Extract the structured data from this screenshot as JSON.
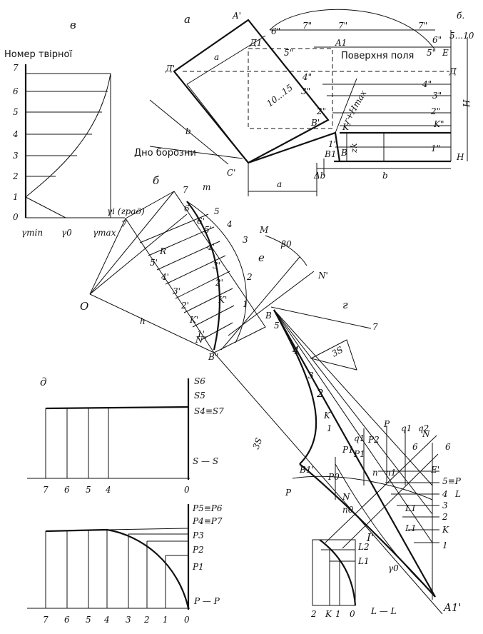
{
  "panels": {
    "v": "в",
    "a": "а",
    "b": "б",
    "g": "г",
    "d": "д",
    "six": "б."
  },
  "captions": {
    "generatrix_number": "Номер твірної",
    "field_surface": "Поверхня поля",
    "furrow_bottom": "Дно борозни",
    "section_ss": "S — S",
    "section_pp": "P — P",
    "section_ll": "L — L"
  },
  "graph_v": {
    "y_ticks": [
      "7",
      "6",
      "5",
      "4",
      "3",
      "2",
      "1",
      "0"
    ],
    "x_labels": [
      "γmin",
      "γ0",
      "γmax"
    ],
    "axis_label": "γi (град)"
  },
  "view_a": {
    "points": [
      "A'",
      "Д'",
      "C'",
      "Д1",
      "A1",
      "B'",
      "B1",
      "B",
      "E",
      "Д",
      "H",
      "K\"",
      "K'"
    ],
    "dims": {
      "a": "a",
      "b": "b",
      "range": "10...15",
      "rh": "r+Hmax",
      "h": "H",
      "zk": "zk",
      "db": "Δb",
      "small": "5...10"
    },
    "gen_left": [
      "6\"",
      "5\"",
      "4\"",
      "3\"",
      "2\"",
      "1\""
    ],
    "gen_right": [
      "7\"",
      "6\"",
      "5\"",
      "4\"",
      "3\"",
      "2\"",
      "1\""
    ],
    "top_marks": [
      "7\"",
      "7\""
    ]
  },
  "view_b": {
    "labels": [
      "7",
      "m",
      "6",
      "5",
      "4",
      "3",
      "2",
      "1",
      "R",
      "O",
      "h",
      "M",
      "N'",
      "e",
      "β0",
      "N\"",
      "B\"",
      "7"
    ],
    "inner": [
      "6'",
      "5'",
      "4'",
      "3'",
      "2'",
      "K'",
      "1'",
      "5'",
      "4'",
      "3'",
      "2'",
      "K'"
    ]
  },
  "view_g": {
    "left_labels": [
      "B",
      "5",
      "4",
      "3",
      "2",
      "K",
      "1",
      "B1'",
      "P",
      "N",
      "3S",
      "3S",
      "7"
    ],
    "inner_labels": [
      "P",
      "q1",
      "q2",
      "q1",
      "P2",
      "P1",
      "P1",
      "n",
      "n1",
      "N",
      "6",
      "P0",
      "n0",
      "I'",
      "L1",
      "L1",
      "γ0"
    ],
    "right_labels": [
      "6",
      "E'",
      "5≡P",
      "4",
      "3",
      "2",
      "K",
      "1",
      "L",
      "A1'"
    ]
  },
  "chart_ss": {
    "x_ticks": [
      "7",
      "6",
      "5",
      "4",
      "0"
    ],
    "right_labels": [
      "S6",
      "S5",
      "S4≡S7"
    ]
  },
  "chart_pp": {
    "x_ticks": [
      "7",
      "6",
      "5",
      "4",
      "3",
      "2",
      "1",
      "0"
    ],
    "right_labels": [
      "P5≡P6",
      "P4≡P7",
      "P3",
      "P2",
      "P1"
    ]
  },
  "chart_ll": {
    "x_ticks": [
      "2",
      "K",
      "1",
      "0"
    ],
    "right_labels": [
      "L2",
      "L1"
    ]
  }
}
